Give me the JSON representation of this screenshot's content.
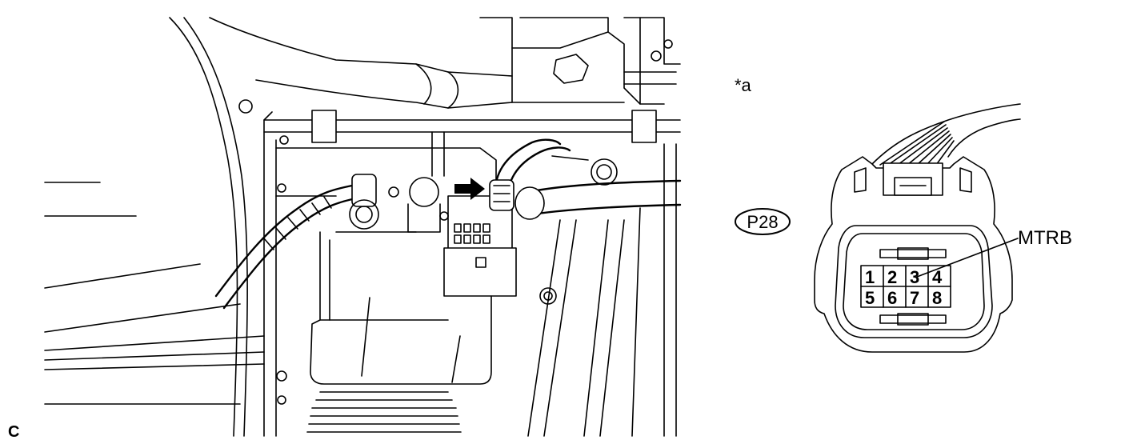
{
  "figure": {
    "corner_label": "C",
    "connector_tag": "*a",
    "connector_id": "P28",
    "terminal_callout": "MTRB",
    "pins_top": [
      "1",
      "2",
      "3",
      "4"
    ],
    "pins_bottom": [
      "5",
      "6",
      "7",
      "8"
    ],
    "pointer_arrow_icon": "arrow-right-icon"
  }
}
